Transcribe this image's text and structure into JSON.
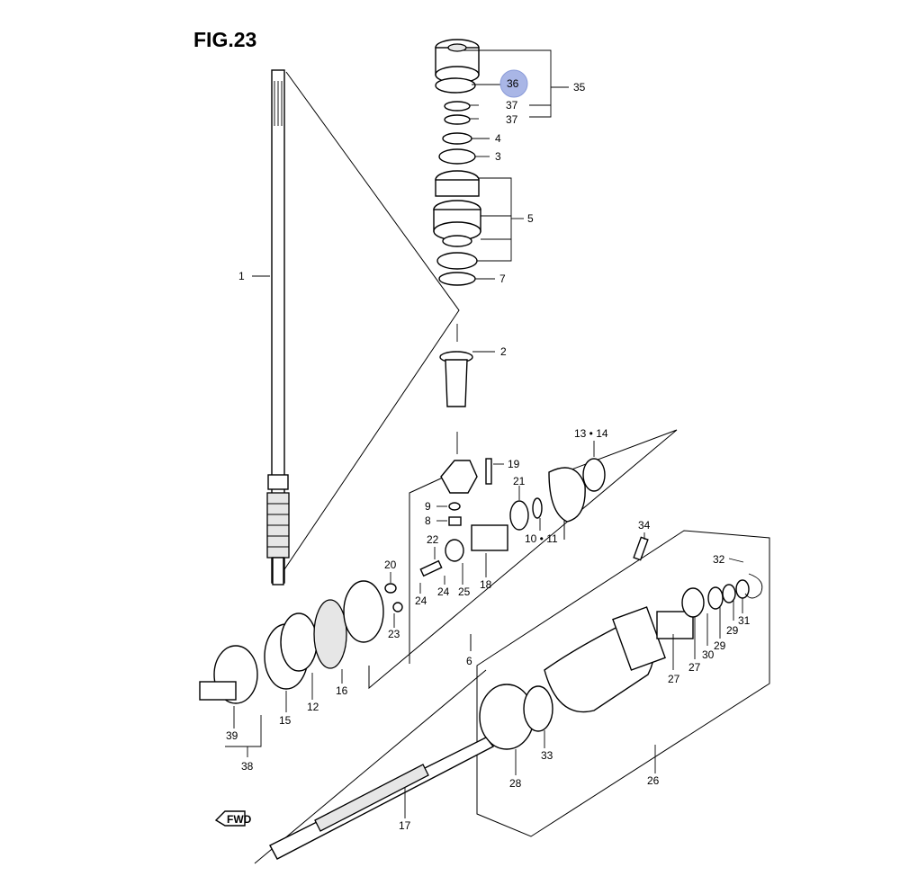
{
  "figure": {
    "title": "FIG.23"
  },
  "colors": {
    "highlight": "#a9b6e6",
    "ink": "#000000",
    "background": "#ffffff"
  },
  "highlighted_part": "36",
  "parts": [
    {
      "id": "p1",
      "label": "1"
    },
    {
      "id": "p2",
      "label": "2"
    },
    {
      "id": "p3",
      "label": "3"
    },
    {
      "id": "p4",
      "label": "4"
    },
    {
      "id": "p5",
      "label": "5"
    },
    {
      "id": "p6",
      "label": "6"
    },
    {
      "id": "p7",
      "label": "7"
    },
    {
      "id": "p8",
      "label": "8"
    },
    {
      "id": "p9",
      "label": "9"
    },
    {
      "id": "p10",
      "label": "10 • 11"
    },
    {
      "id": "p12",
      "label": "12"
    },
    {
      "id": "p13",
      "label": "13 • 14"
    },
    {
      "id": "p15",
      "label": "15"
    },
    {
      "id": "p16",
      "label": "16"
    },
    {
      "id": "p17",
      "label": "17"
    },
    {
      "id": "p18",
      "label": "18"
    },
    {
      "id": "p19",
      "label": "19"
    },
    {
      "id": "p20",
      "label": "20"
    },
    {
      "id": "p21",
      "label": "21"
    },
    {
      "id": "p22",
      "label": "22"
    },
    {
      "id": "p23",
      "label": "23"
    },
    {
      "id": "p24a",
      "label": "24"
    },
    {
      "id": "p24b",
      "label": "24"
    },
    {
      "id": "p25",
      "label": "25"
    },
    {
      "id": "p26",
      "label": "26"
    },
    {
      "id": "p27a",
      "label": "27"
    },
    {
      "id": "p27b",
      "label": "27"
    },
    {
      "id": "p28",
      "label": "28"
    },
    {
      "id": "p29a",
      "label": "29"
    },
    {
      "id": "p29b",
      "label": "29"
    },
    {
      "id": "p30",
      "label": "30"
    },
    {
      "id": "p31",
      "label": "31"
    },
    {
      "id": "p32",
      "label": "32"
    },
    {
      "id": "p33",
      "label": "33"
    },
    {
      "id": "p34",
      "label": "34"
    },
    {
      "id": "p35",
      "label": "35"
    },
    {
      "id": "p36",
      "label": "36"
    },
    {
      "id": "p37a",
      "label": "37"
    },
    {
      "id": "p37b",
      "label": "37"
    },
    {
      "id": "p38",
      "label": "38"
    },
    {
      "id": "p39",
      "label": "39"
    }
  ],
  "fwd_badge": {
    "label": "FWD"
  }
}
